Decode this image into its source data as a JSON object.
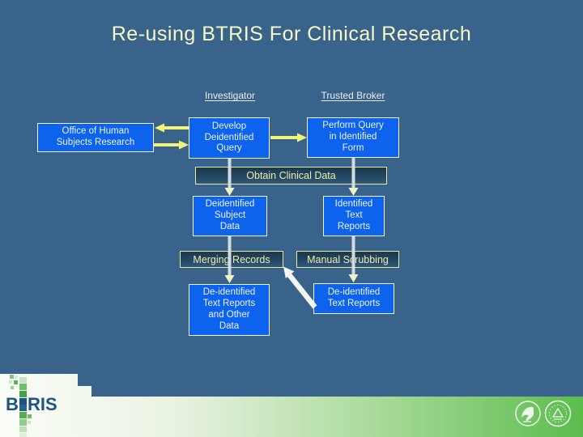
{
  "slide": {
    "title": "Re-using BTRIS For Clinical Research",
    "columns": [
      {
        "label": "Investigator"
      },
      {
        "label": "Trusted Broker"
      }
    ],
    "boxes": {
      "office": "Office of Human\nSubjects Research",
      "develop": "Develop\nDeidentified\nQuery",
      "perform": "Perform Query\nin Identified\nForm",
      "obtain": "Obtain Clinical Data",
      "deid_subject": "Deidentified\nSubject\nData",
      "ident_reports": "Identified\nText\nReports",
      "merging": "Merging Records",
      "manual": "Manual Scrubbing",
      "deid_other": "De-identified\nText Reports\nand Other\nData",
      "deid_reports": "De-identified\nText Reports"
    },
    "footer": {
      "logo_b": "B",
      "logo_ris": "RIS"
    },
    "colors": {
      "background": "#3A638B",
      "box_blue": "#0D63EE",
      "accent_yellow": "#F2F478",
      "pale_yellow_text": "#EDF0A6",
      "title_text": "#F7F8C8",
      "band_green": "#5CBD4E",
      "connector_gray": "#D6DADC",
      "diagonal_arrow_white": "#F5F7F4"
    }
  }
}
